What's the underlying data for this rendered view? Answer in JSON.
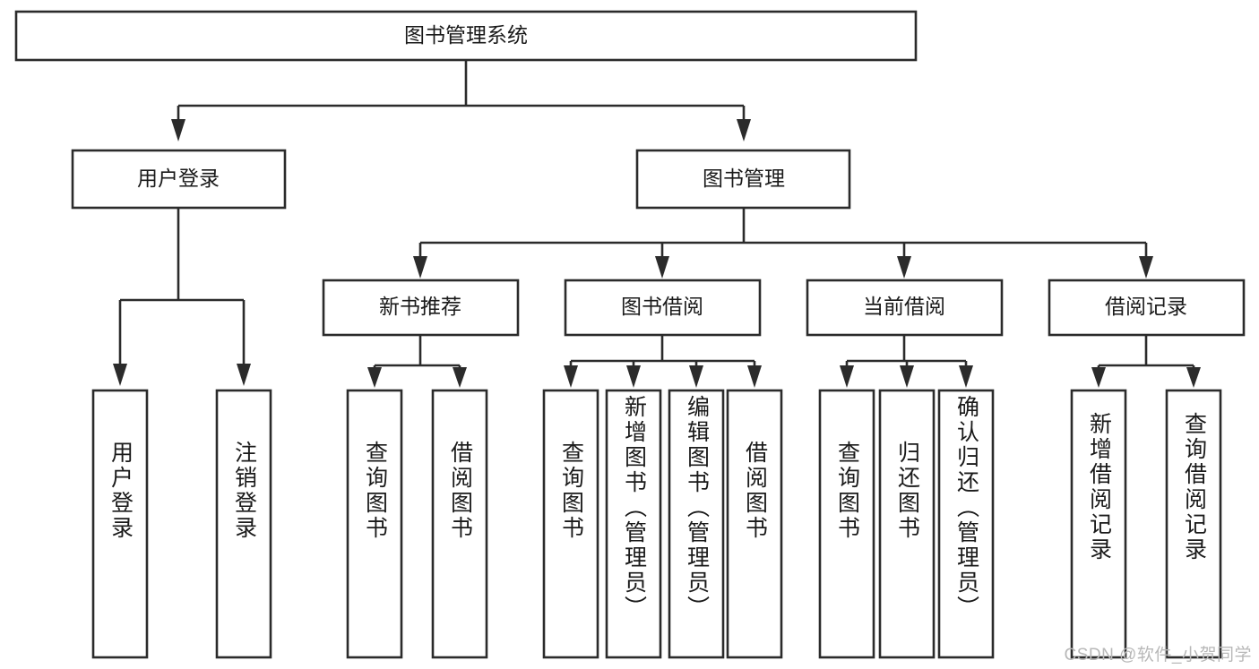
{
  "diagram": {
    "title": "图书管理系统",
    "type": "tree-hierarchy-chart",
    "colors": {
      "background": "#ffffff",
      "box_stroke": "#2b2b2b",
      "box_fill": "#ffffff",
      "connector": "#2b2b2b",
      "text": "#1a1a1a",
      "watermark": "#b8b8b8"
    },
    "root": {
      "label": "图书管理系统"
    },
    "level2": [
      {
        "label": "用户登录"
      },
      {
        "label": "图书管理"
      }
    ],
    "level3": [
      {
        "label": "新书推荐"
      },
      {
        "label": "图书借阅"
      },
      {
        "label": "当前借阅"
      },
      {
        "label": "借阅记录"
      }
    ],
    "leaves": {
      "user_login": [
        {
          "label": "用户登录"
        },
        {
          "label": "注销登录"
        }
      ],
      "new_book_recommend": [
        {
          "label": "查询图书"
        },
        {
          "label": "借阅图书"
        }
      ],
      "book_borrow": [
        {
          "label": "查询图书"
        },
        {
          "label": "新增图书（管理员）"
        },
        {
          "label": "编辑图书（管理员）"
        },
        {
          "label": "借阅图书"
        }
      ],
      "current_borrow": [
        {
          "label": "查询图书"
        },
        {
          "label": "归还图书"
        },
        {
          "label": "确认归还（管理员）"
        }
      ],
      "borrow_record": [
        {
          "label": "新增借阅记录"
        },
        {
          "label": "查询借阅记录"
        }
      ]
    },
    "watermark": "CSDN @软件_小贺同学"
  }
}
